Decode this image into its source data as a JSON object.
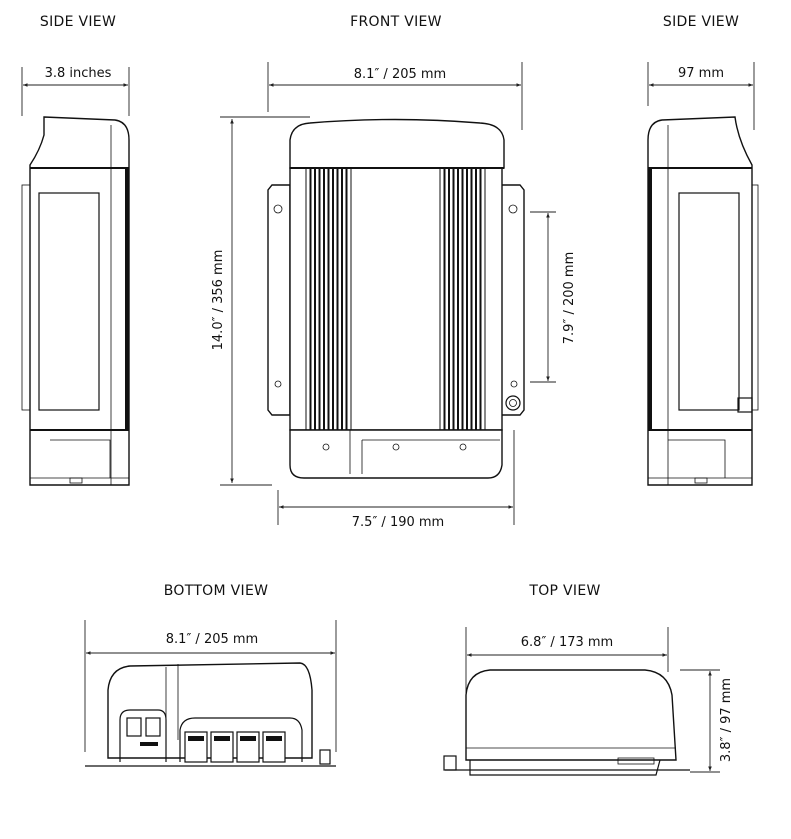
{
  "views": {
    "side_left": {
      "title": "SIDE VIEW",
      "width_label": "3.8 inches"
    },
    "front": {
      "title": "FRONT VIEW",
      "width_label": "8.1″ / 205 mm",
      "height_label": "14.0″ / 356 mm",
      "bottom_width_label": "7.5″ / 190 mm",
      "mount_height_label": "7.9″ / 200 mm"
    },
    "side_right": {
      "title": "SIDE VIEW",
      "width_label": "97 mm"
    },
    "bottom": {
      "title": "BOTTOM VIEW",
      "width_label": "8.1″ / 205 mm"
    },
    "top": {
      "title": "TOP VIEW",
      "width_label": "6.8″ / 173 mm",
      "height_label": "3.8″ / 97 mm"
    }
  }
}
